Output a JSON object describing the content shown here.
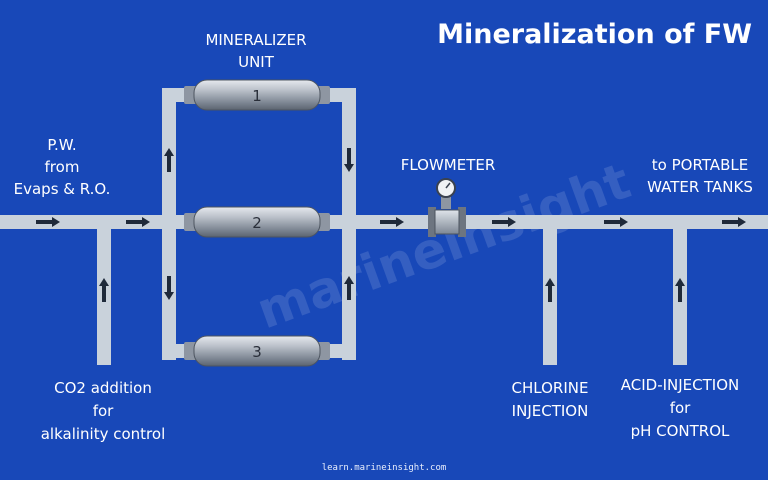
{
  "title": "Mineralization of FW",
  "labels": {
    "mineralizer_line1": "MINERALIZER",
    "mineralizer_line2": "UNIT",
    "source_line1": "P.W.",
    "source_line2": "from",
    "source_line3": "Evaps & R.O.",
    "flowmeter": "FLOWMETER",
    "dest_line1": "to PORTABLE",
    "dest_line2": "WATER TANKS",
    "co2_line1": "CO2 addition",
    "co2_line2": "for",
    "co2_line3": "alkalinity control",
    "chlorine_line1": "CHLORINE",
    "chlorine_line2": "INJECTION",
    "acid_line1": "ACID-INJECTION",
    "acid_line2": "for",
    "acid_line3": "pH CONTROL"
  },
  "units": [
    "1",
    "2",
    "3"
  ],
  "watermark": "marineinsight",
  "footer": "learn.marineinsight.com",
  "colors": {
    "background": "#1848b8",
    "pipe": "#c9d2db",
    "arrow": "#1f2a3a",
    "text": "#ffffff"
  }
}
